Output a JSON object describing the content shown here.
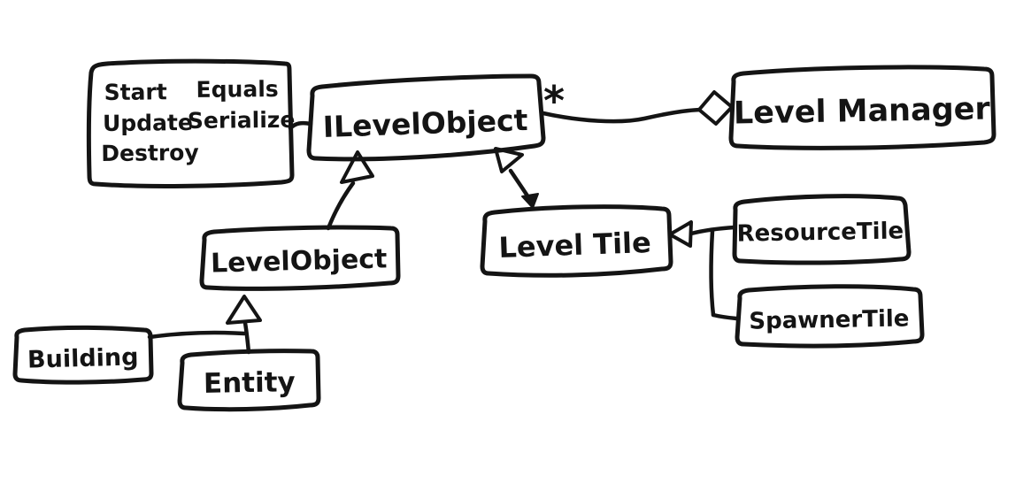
{
  "canvas": {
    "background_color": "#ffffff",
    "ink_color": "#141414",
    "style": "hand-drawn-uml-class-diagram"
  },
  "diagram": {
    "nodes": {
      "interface_methods_note": {
        "left_column": [
          "Start",
          "Update",
          "Destroy"
        ],
        "right_column": [
          "Equals",
          "Serialize"
        ]
      },
      "ilevel_object": {
        "label": "ILevelObject"
      },
      "level_manager": {
        "label": "Level Manager"
      },
      "level_object": {
        "label": "LevelObject"
      },
      "level_tile": {
        "label": "Level Tile"
      },
      "resource_tile": {
        "label": "ResourceTile"
      },
      "spawner_tile": {
        "label": "SpawnerTile"
      },
      "building": {
        "label": "Building"
      },
      "entity": {
        "label": "Entity"
      }
    },
    "edges": [
      {
        "from": "ILevelObject",
        "to": "Level Manager",
        "type": "aggregation",
        "multiplicity": "*"
      },
      {
        "from": "LevelObject",
        "to": "ILevelObject",
        "type": "inheritance"
      },
      {
        "from": "Level Tile",
        "to": "ILevelObject",
        "type": "inheritance"
      },
      {
        "from": "ResourceTile",
        "to": "Level Tile",
        "type": "inheritance"
      },
      {
        "from": "SpawnerTile",
        "to": "Level Tile",
        "type": "inheritance"
      },
      {
        "from": "Building",
        "to": "LevelObject",
        "type": "inheritance"
      },
      {
        "from": "Entity",
        "to": "LevelObject",
        "type": "inheritance"
      },
      {
        "from": "interface-methods-note",
        "to": "ILevelObject",
        "type": "note-attachment"
      }
    ]
  }
}
